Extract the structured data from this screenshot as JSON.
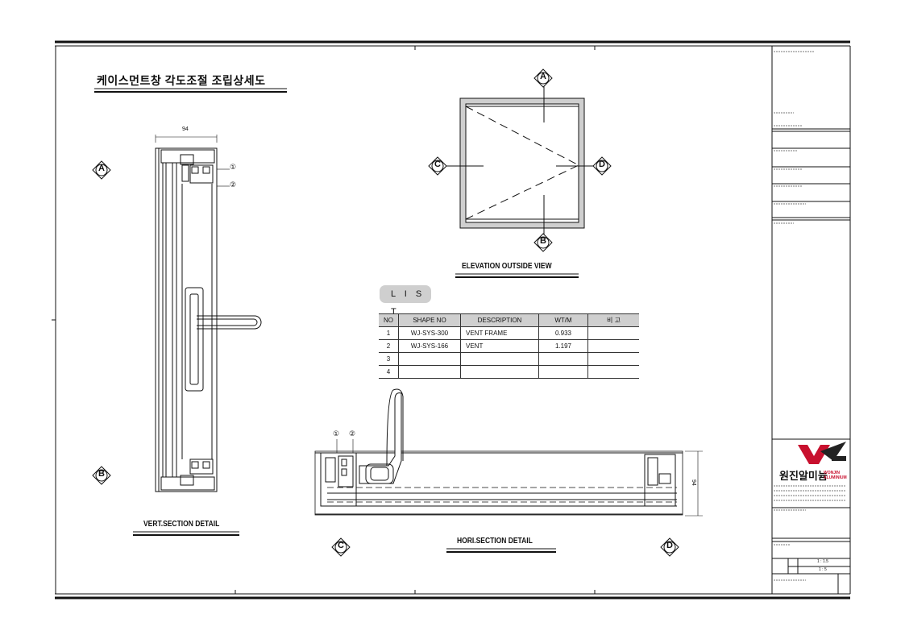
{
  "drawing": {
    "title": "케이스먼트창 각도조절 조립상세도",
    "elevation_caption": "ELEVATION OUTSIDE VIEW",
    "vert_caption": "VERT.SECTION DETAIL",
    "hori_caption": "HORI.SECTION DETAIL",
    "markers": {
      "a": "A",
      "b": "B",
      "c": "C",
      "d": "D"
    },
    "part_tags": {
      "p1": "①",
      "p2": "②"
    },
    "dims": {
      "vert_width": "94",
      "hori_height": "94"
    }
  },
  "list": {
    "label": "L I S T",
    "headers": [
      "NO",
      "SHAPE NO",
      "DESCRIPTION",
      "WT/M",
      "비 고"
    ],
    "rows": [
      [
        "1",
        "WJ-SYS-300",
        "VENT FRAME",
        "0.933",
        ""
      ],
      [
        "2",
        "WJ-SYS-166",
        "VENT",
        "1.197",
        ""
      ],
      [
        "3",
        "",
        "",
        "",
        ""
      ],
      [
        "4",
        "",
        "",
        "",
        ""
      ]
    ]
  },
  "title_block": {
    "company_ko": "원진알미늄",
    "company_en": "WONJIN ALUMINIUM",
    "scale_1": "1 : 1.5",
    "scale_2": "1 : 5"
  },
  "colors": {
    "line": "#111111",
    "fill_gray": "#cfcfcf",
    "logo_red": "#c8102e"
  }
}
